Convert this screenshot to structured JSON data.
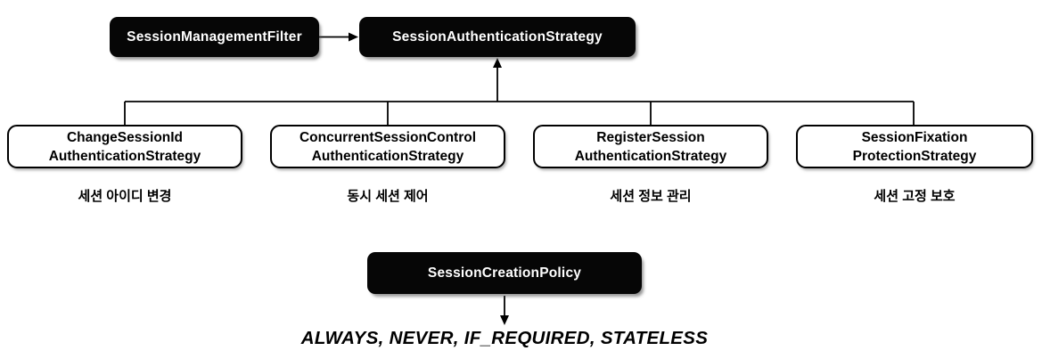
{
  "diagram": {
    "top_row": {
      "filter_box": "SessionManagementFilter",
      "strategy_box": "SessionAuthenticationStrategy"
    },
    "strategies": [
      {
        "line1": "ChangeSessionId",
        "line2": "AuthenticationStrategy",
        "caption": "세션 아이디 변경"
      },
      {
        "line1": "ConcurrentSessionControl",
        "line2": "AuthenticationStrategy",
        "caption": "동시 세션 제어"
      },
      {
        "line1": "RegisterSession",
        "line2": "AuthenticationStrategy",
        "caption": "세션 정보 관리"
      },
      {
        "line1": "SessionFixation",
        "line2": "ProtectionStrategy",
        "caption": "세션 고정 보호"
      }
    ],
    "policy": {
      "box": "SessionCreationPolicy",
      "values": "ALWAYS,  NEVER,  IF_REQUIRED,  STATELESS"
    },
    "colors": {
      "box_fill": "#060606",
      "box_text": "#ffffff",
      "line": "#000000",
      "background": "#ffffff"
    }
  }
}
